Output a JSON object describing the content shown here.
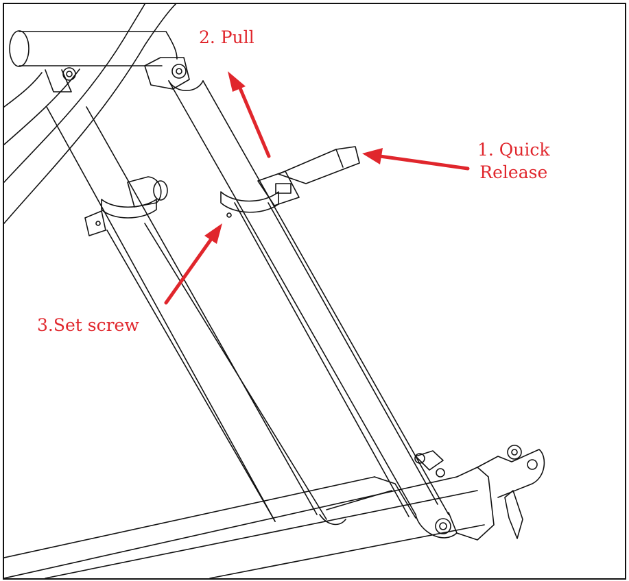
{
  "annotation_color": "#e0262c",
  "line_color": "#111111",
  "labels": {
    "pull": "2. Pull",
    "quick_release_line1": "1. Quick",
    "quick_release_line2": "Release",
    "set_screw": "3.Set screw"
  },
  "icons": {
    "frame": "folding-frame-line-drawing",
    "arrow": "red-arrow"
  }
}
